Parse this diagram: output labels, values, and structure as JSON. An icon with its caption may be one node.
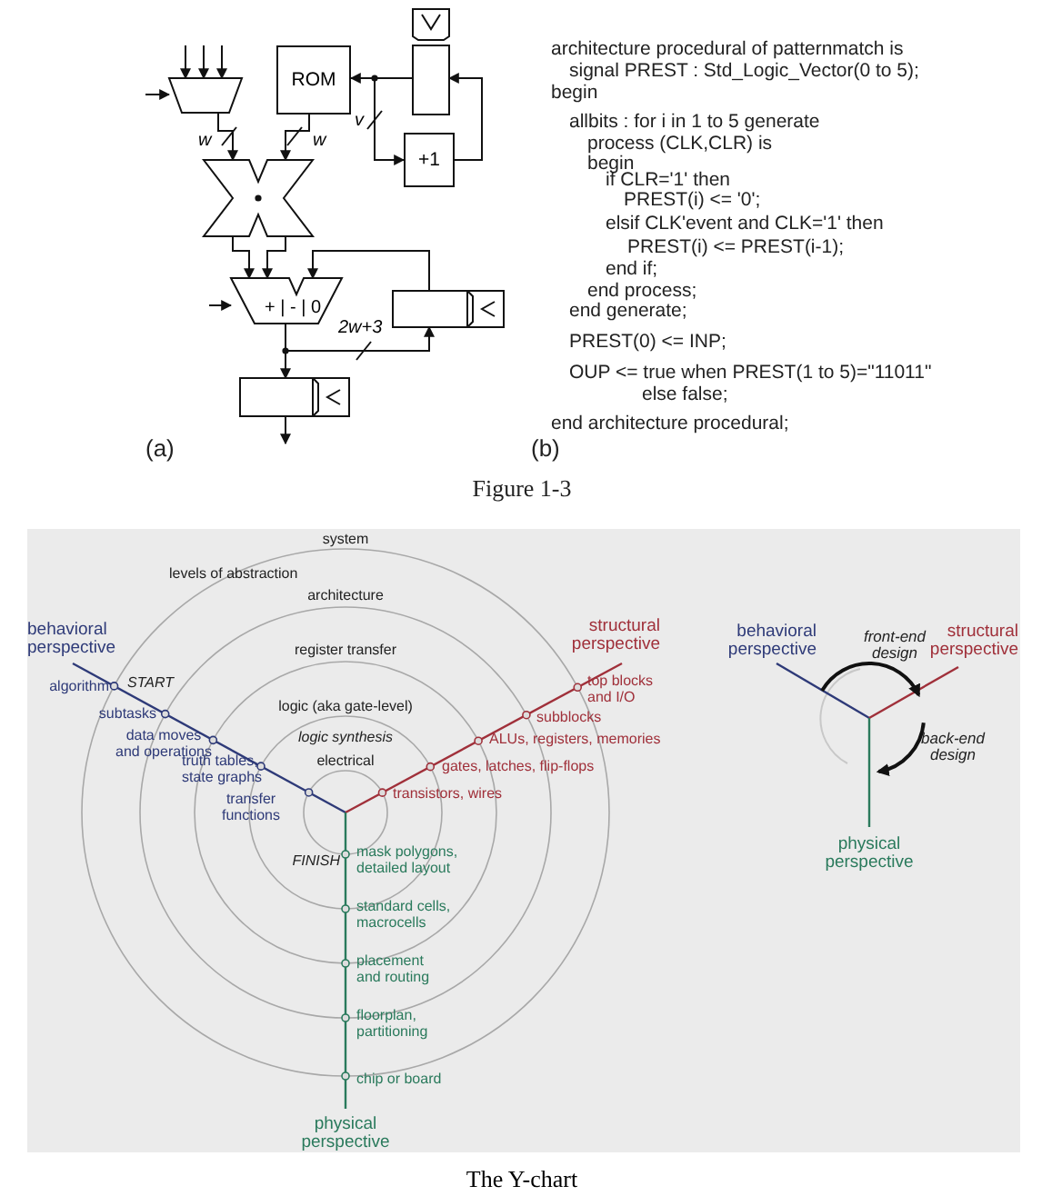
{
  "diagram": {
    "caption": "The Y-chart",
    "nodes": [
      {
        "text": [],
        "shape": "trapezoid"
      },
      {
        "text": [
          "ROM"
        ]
      },
      {
        "text": [],
        "shape": "box"
      },
      {
        "text": [
          "+1"
        ]
      },
      {
        "text": [],
        "shape": "multiplier"
      },
      {
        "text": [
          "+ | - | 0"
        ]
      },
      {
        "text": [],
        "shape": "box"
      },
      {
        "text": [],
        "shape": "box"
      }
    ],
    "edges": [
      {
        "from": null,
        "to": 0,
        "arrow": "to"
      },
      {
        "from": null,
        "to": 0,
        "arrow": "to"
      },
      {
        "from": null,
        "to": 0,
        "arrow": "to"
      },
      {
        "from": null,
        "to": 0,
        "arrow": "to"
      },
      {
        "from": 0,
        "to": 4,
        "arrow": "to",
        "label": "w"
      },
      {
        "from": 1,
        "to": 4,
        "arrow": "to",
        "label": "w"
      },
      {
        "from": 2,
        "to": 1,
        "arrow": "to"
      },
      {
        "from": 2,
        "to": 3,
        "arrow": "to",
        "label": "v"
      },
      {
        "from": 3,
        "to": 2,
        "arrow": "to"
      },
      {
        "from": 4,
        "to": 5,
        "arrow": "to"
      },
      {
        "from": 4,
        "to": 5,
        "arrow": "to"
      },
      {
        "from": 6,
        "to": 5,
        "arrow": "to"
      },
      {
        "from": null,
        "to": 5,
        "arrow": "to"
      },
      {
        "from": 5,
        "to": 7,
        "arrow": "to"
      },
      {
        "from": 5,
        "to": 6,
        "arrow": "to",
        "label": "2w+3"
      },
      {
        "from": 7,
        "to": null,
        "arrow": "to"
      }
    ],
    "labels": [
      "(a)",
      "(b)",
      "architecture procedural of patternmatch is",
      "signal PREST : Std_Logic_Vector(0 to 5);",
      "begin",
      "allbits : for i in 1 to 5 generate",
      "process (CLK,CLR) is",
      "begin",
      "if CLR='1' then",
      "PREST(i) <= '0';",
      "elsif CLK'event and CLK='1' then",
      "PREST(i) <= PREST(i-1);",
      "end if;",
      "end process;",
      "end generate;",
      "PREST(0) <= INP;",
      "OUP <= true when PREST(1 to 5)=\"11011\"",
      "else false;",
      "end architecture procedural;",
      "Figure 1-3",
      "system",
      "levels of abstraction",
      "architecture",
      "behavioral perspective",
      "structural perspective",
      "register transfer",
      "START",
      "algorithm",
      "top blocks and I/O",
      "subtasks",
      "subblocks",
      "logic (aka gate-level)",
      "data moves and operations",
      "ALUs, registers, memories",
      "logic synthesis",
      "truth tables, state graphs",
      "gates, latches, flip-flops",
      "electrical",
      "transfer functions",
      "transistors, wires",
      "FINISH",
      "mask polygons, detailed layout",
      "standard cells, macrocells",
      "placement and routing",
      "floorplan, partitioning",
      "chip or board",
      "physical perspective",
      "behavioral perspective",
      "front-end design",
      "structural perspective",
      "back-end design",
      "physical perspective"
    ]
  }
}
